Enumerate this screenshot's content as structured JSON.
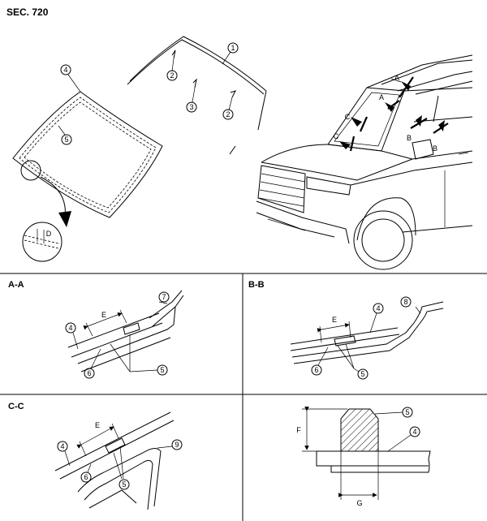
{
  "section_code": "SEC. 720",
  "sections": {
    "aa": "A-A",
    "bb": "B-B",
    "cc": "C-C"
  },
  "callouts": {
    "c1": "1",
    "c2": "2",
    "c3": "3",
    "c4": "4",
    "c5": "5",
    "c6": "6",
    "c7": "7",
    "c8": "8",
    "c9": "9"
  },
  "dimensions": {
    "d": "D",
    "e": "E",
    "f": "F",
    "g": "G"
  },
  "view_markers": {
    "a": "A",
    "b": "B",
    "c": "C"
  }
}
